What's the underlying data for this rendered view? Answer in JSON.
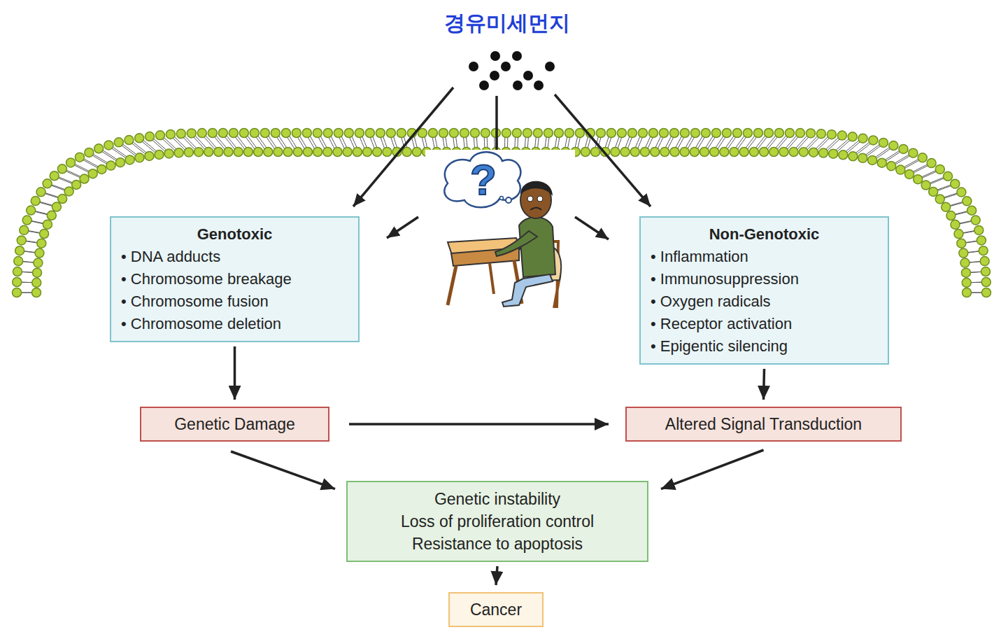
{
  "diagram": {
    "title": "경유미세먼지",
    "nodes": [
      {
        "text": [
          "Genotoxic",
          "• DNA adducts",
          "• Chromosome breakage",
          "• Chromosome fusion",
          "• Chromosome deletion"
        ]
      },
      {
        "text": [
          "Non-Genotoxic",
          "• Inflammation",
          "• Immunosuppression",
          "• Oxygen radicals",
          "• Receptor activation",
          "• Epigentic silencing"
        ]
      },
      {
        "text": [
          "Genetic Damage"
        ]
      },
      {
        "text": [
          "Altered Signal Transduction"
        ]
      },
      {
        "text": [
          "Genetic instability",
          "Loss of proliferation control",
          "Resistance to apoptosis"
        ]
      },
      {
        "text": [
          "Cancer"
        ]
      }
    ],
    "edges": [
      {
        "from": 0,
        "to": 2,
        "arrow": "to"
      },
      {
        "from": 1,
        "to": 3,
        "arrow": "to"
      },
      {
        "from": 2,
        "to": 3,
        "arrow": "to"
      },
      {
        "from": 2,
        "to": 4,
        "arrow": "to"
      },
      {
        "from": 3,
        "to": 4,
        "arrow": "to"
      },
      {
        "from": 4,
        "to": 5,
        "arrow": "to"
      }
    ],
    "labels": [
      "?"
    ]
  }
}
